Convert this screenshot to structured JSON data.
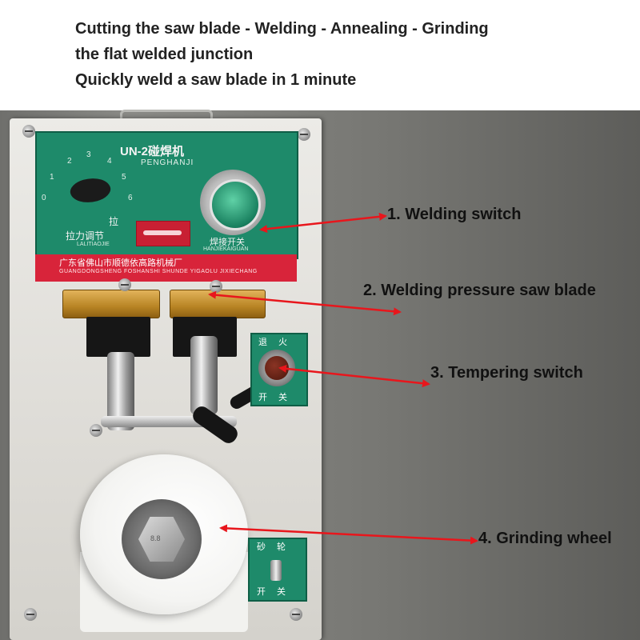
{
  "header": {
    "line1": "Cutting the saw blade - Welding - Annealing - Grinding",
    "line2": "the flat welded junction",
    "line3": "Quickly weld a saw blade in 1 minute"
  },
  "panel": {
    "model": "UN-2碰焊机",
    "model_pinyin": "PENGHANJI",
    "dial_numbers": [
      "0",
      "1",
      "2",
      "3",
      "4",
      "5",
      "6"
    ],
    "dial_char": "拉",
    "dial_label": "拉力调节",
    "dial_label_pinyin": "LALITIAOJIE",
    "weld_label": "焊接开关",
    "weld_label_pinyin": "HANJIEKAIGUAN",
    "maker": "广东省佛山市顺德依高路机械厂",
    "maker_pinyin": "GUANGDONGSHENG FOSHANSHI SHUNDE YIGAOLU JIXIECHANG"
  },
  "temper_panel": {
    "top": "退火",
    "bottom": "开关"
  },
  "grind_panel": {
    "top": "砂轮",
    "bottom": "开关"
  },
  "bolt_marking": "8.8",
  "annotations": {
    "a1": "1. Welding switch",
    "a2": "2. Welding pressure saw blade",
    "a3": "3. Tempering switch",
    "a4": "4. Grinding wheel"
  },
  "colors": {
    "arrow": "#e8161c",
    "panel_green": "#1e8a6a",
    "band_red": "#d8243a"
  }
}
